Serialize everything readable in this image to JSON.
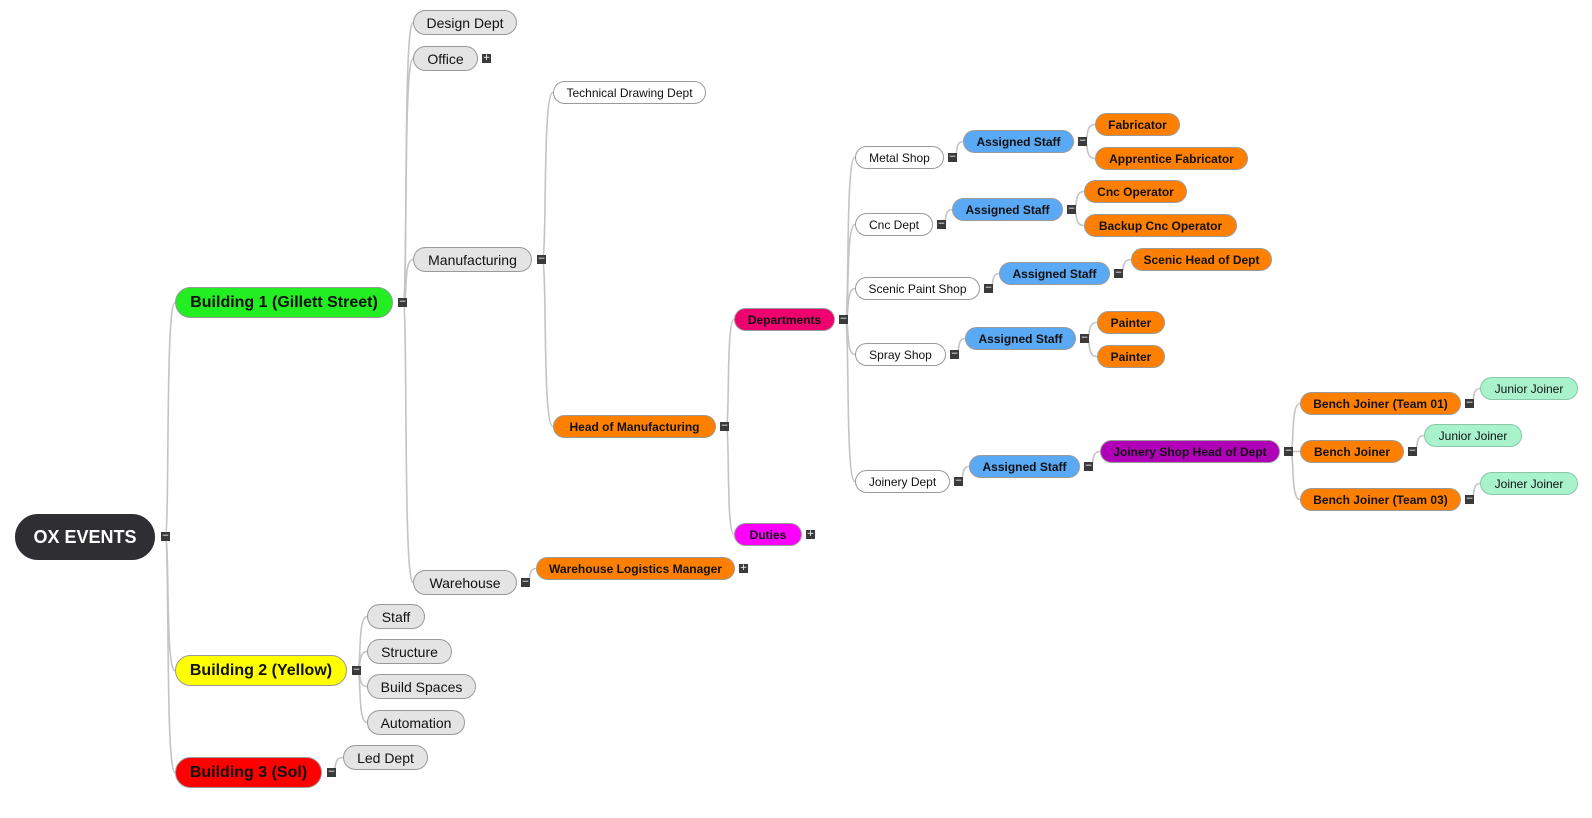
{
  "root": {
    "label": "OX EVENTS",
    "color": "#2e2e33"
  },
  "building1": {
    "label": "Building 1 (Gillett Street)",
    "color": "#22ee22"
  },
  "building2": {
    "label": "Building 2 (Yellow)",
    "color": "#ffff00"
  },
  "building3": {
    "label": "Building 3 (Sol)",
    "color": "#ff0000"
  },
  "b1": {
    "design_dept": "Design Dept",
    "office": "Office",
    "manufacturing": "Manufacturing",
    "warehouse": "Warehouse"
  },
  "manufacturing": {
    "technical_drawing": "Technical Drawing Dept",
    "head": "Head of Manufacturing"
  },
  "head_children": {
    "departments": "Departments",
    "duties": "Duties"
  },
  "departments": {
    "metal_shop": "Metal Shop",
    "cnc_dept": "Cnc Dept",
    "scenic_paint_shop": "Scenic Paint Shop",
    "spray_shop": "Spray Shop",
    "joinery_dept": "Joinery Dept"
  },
  "assigned_staff": "Assigned Staff",
  "metal_staff": [
    "Fabricator",
    "Apprentice Fabricator"
  ],
  "cnc_staff": [
    "Cnc Operator",
    "Backup Cnc Operator"
  ],
  "scenic_staff": [
    "Scenic Head of Dept"
  ],
  "spray_staff": [
    "Painter",
    "Painter"
  ],
  "joinery": {
    "head": "Joinery Shop Head of Dept",
    "benches": [
      "Bench Joiner (Team 01)",
      "Bench Joiner",
      "Bench Joiner (Team 03)"
    ],
    "juniors": [
      "Junior Joiner",
      "Junior Joiner",
      "Joiner Joiner"
    ]
  },
  "warehouse": {
    "manager": "Warehouse Logistics Manager"
  },
  "b2": [
    "Staff",
    "Structure",
    "Build Spaces",
    "Automation"
  ],
  "b3": [
    "Led Dept"
  ],
  "toggles": {
    "collapse": "−",
    "expand": "+"
  },
  "colors": {
    "link": "#c4c4c4",
    "orange": "#ff8000",
    "blue": "#5aa9f5",
    "pink": "#f0006e",
    "magenta": "#ff00ff",
    "purple": "#b000b8",
    "mint": "#a8f2cc"
  }
}
